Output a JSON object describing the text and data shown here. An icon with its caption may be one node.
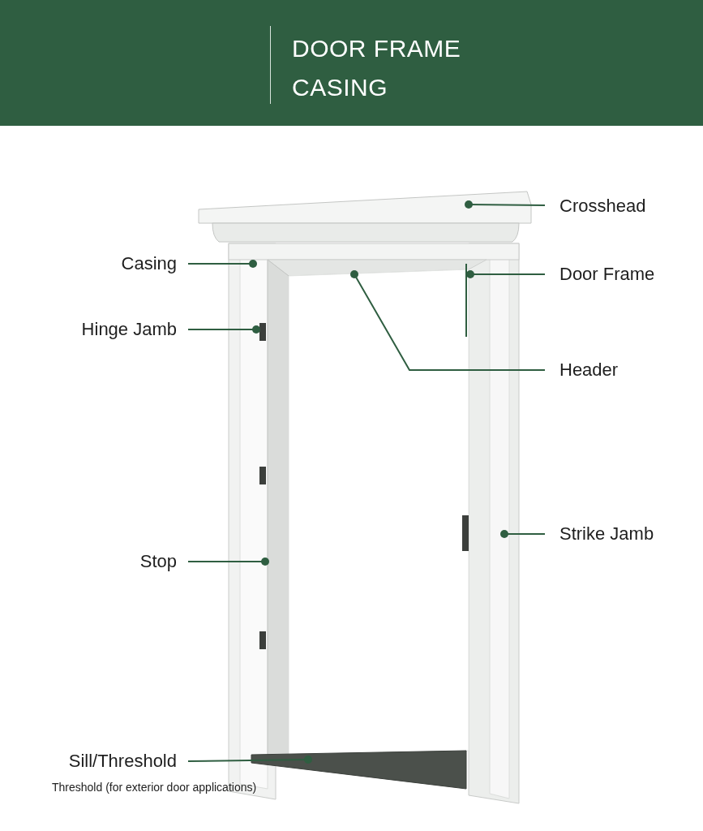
{
  "diagram": {
    "title": "DOOR FRAME CASING",
    "nodes": [
      {
        "text": [
          "Crosshead"
        ]
      },
      {
        "text": [
          "Casing"
        ]
      },
      {
        "text": [
          "Door Frame"
        ]
      },
      {
        "text": [
          "Hinge Jamb"
        ]
      },
      {
        "text": [
          "Header"
        ]
      },
      {
        "text": [
          "Strike Jamb"
        ]
      },
      {
        "text": [
          "Stop"
        ]
      },
      {
        "text": [
          "Sill/Threshold"
        ]
      }
    ],
    "edges": [
      {
        "from": 0,
        "to": null,
        "arrow": "other"
      },
      {
        "from": 1,
        "to": null,
        "arrow": "other"
      },
      {
        "from": 2,
        "to": null,
        "arrow": "other"
      },
      {
        "from": 3,
        "to": null,
        "arrow": "other"
      },
      {
        "from": 4,
        "to": null,
        "arrow": "other"
      },
      {
        "from": 5,
        "to": null,
        "arrow": "other"
      },
      {
        "from": 6,
        "to": null,
        "arrow": "other"
      },
      {
        "from": 7,
        "to": null,
        "arrow": "other"
      }
    ],
    "labels": [
      "Threshold (for exterior door applications)"
    ]
  }
}
